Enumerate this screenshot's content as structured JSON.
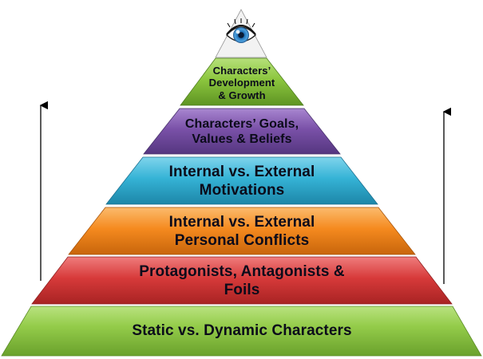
{
  "pyramid": {
    "apex_icon": "eye-icon",
    "tiers": [
      {
        "lines": [
          "Characters’",
          "Development",
          "& Growth"
        ],
        "color": "#8cc63e"
      },
      {
        "lines": [
          "Characters’ Goals,",
          "Values & Beliefs"
        ],
        "color": "#7a51a8"
      },
      {
        "lines": [
          "Internal vs. External",
          "Motivations"
        ],
        "color": "#35b3d6"
      },
      {
        "lines": [
          "Internal vs. External",
          "Personal Conflicts"
        ],
        "color": "#f58a1f"
      },
      {
        "lines": [
          "Protagonists, Antagonists &",
          "Foils"
        ],
        "color": "#d73a3a"
      },
      {
        "lines": [
          "Static vs. Dynamic Characters"
        ],
        "color": "#8cc63e"
      }
    ]
  },
  "arrows": [
    "up-arrow-icon",
    "up-arrow-icon"
  ]
}
